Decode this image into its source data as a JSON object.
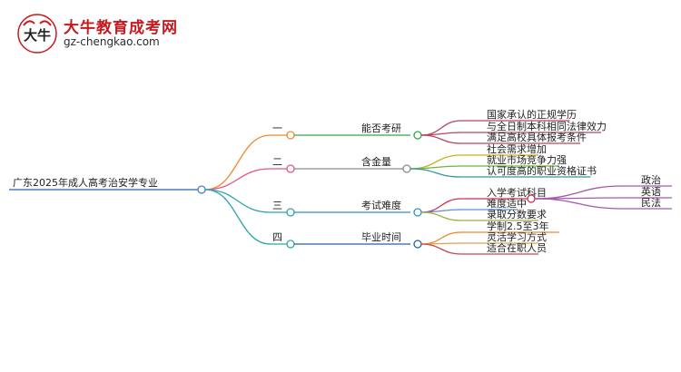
{
  "brand": {
    "title": "大牛教育成考网",
    "url": "gz-chengkao.com",
    "mark_text": "大牛",
    "colors": {
      "title": "#c8191f",
      "mark": "#c8191f"
    }
  },
  "mindmap": {
    "root": "广东2025年成人高考治安学专业",
    "branches": [
      {
        "num": "一",
        "label": "能否考研",
        "color": "#31a745",
        "leaves": [
          {
            "text": "国家承认的正规学历",
            "color": "#b5485f"
          },
          {
            "text": "与全日制本科相同法律效力",
            "color": "#b5485f"
          },
          {
            "text": "满足高校具体报考条件",
            "color": "#b5485f"
          }
        ]
      },
      {
        "num": "二",
        "label": "含金量",
        "color": "#8a8a8a",
        "leaves": [
          {
            "text": "社会需求增加",
            "color": "#c7b21a"
          },
          {
            "text": "就业市场竞争力强",
            "color": "#6bb33e"
          },
          {
            "text": "认可度高的职业资格证书",
            "color": "#2f9a9a"
          }
        ]
      },
      {
        "num": "三",
        "label": "考试难度",
        "color": "#2f8fd0",
        "leaves": [
          {
            "text": "入学考试科目",
            "color": "#d02f50",
            "children": [
              {
                "text": "政治",
                "color": "#a55aa9"
              },
              {
                "text": "英语",
                "color": "#a55aa9"
              },
              {
                "text": "民法",
                "color": "#a55aa9"
              }
            ]
          },
          {
            "text": "难度适中",
            "color": "#5e8fd0"
          },
          {
            "text": "录取分数要求",
            "color": "#9ab23a"
          }
        ]
      },
      {
        "num": "四",
        "label": "毕业时间",
        "color": "#2b5ea7",
        "leaves": [
          {
            "text": "学制2.5至3年",
            "color": "#e58a2c"
          },
          {
            "text": "灵活学习方式",
            "color": "#e0a050"
          },
          {
            "text": "适合在职人员",
            "color": "#c84a4a"
          }
        ]
      }
    ],
    "colors": {
      "root_line": "#4a7fc1",
      "level1": [
        "#ef8a2e",
        "#e5528f",
        "#2fa3b0",
        "#2fa3b0"
      ]
    }
  }
}
